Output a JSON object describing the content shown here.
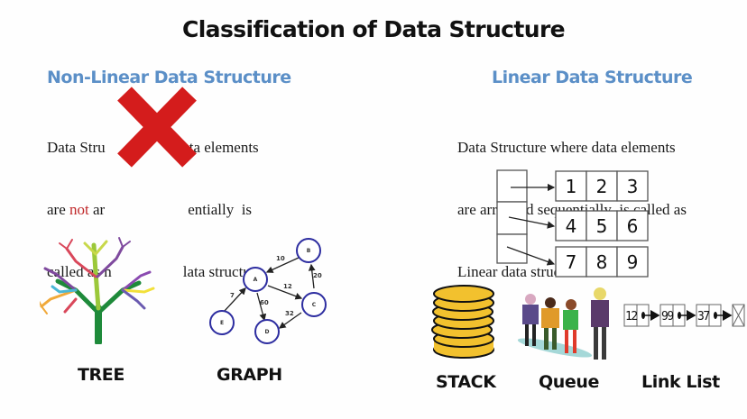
{
  "title": "Classification of Data Structure",
  "colors": {
    "heading": "#5b8fc7",
    "cross": "#d41c1c",
    "emphasis": "#c0282a",
    "graph_node": "#2d2da0",
    "coin": "#f2c12e"
  },
  "non_linear": {
    "heading": "Non-Linear Data Structure",
    "desc_lines": [
      {
        "before": "Data Stru",
        "after": "data elements"
      },
      {
        "before": "are ",
        "emph": "not",
        "mid": " ar",
        "after": "entially  is"
      },
      {
        "before": "called as n",
        "after": "lata structure"
      }
    ],
    "crossed_out_icon": "cross-icon",
    "examples": [
      {
        "label": "TREE",
        "icon": "tree-icon"
      },
      {
        "label": "GRAPH",
        "icon": "graph-icon"
      }
    ],
    "graph": {
      "nodes": [
        "A",
        "B",
        "C",
        "D",
        "E"
      ],
      "edges": [
        {
          "from": "B",
          "to": "A",
          "weight": "10"
        },
        {
          "from": "A",
          "to": "C",
          "weight": "12"
        },
        {
          "from": "C",
          "to": "B",
          "weight": "20"
        },
        {
          "from": "E",
          "to": "A",
          "weight": "7"
        },
        {
          "from": "A",
          "to": "D",
          "weight": "60"
        },
        {
          "from": "C",
          "to": "D",
          "weight": "32"
        }
      ]
    }
  },
  "linear": {
    "heading": "Linear Data Structure",
    "desc_lines": [
      "Data Structure where data elements",
      "are arranged sequentially  is called as",
      "Linear data structure"
    ],
    "array_rows": [
      [
        "1",
        "2",
        "3"
      ],
      [
        "4",
        "5",
        "6"
      ],
      [
        "7",
        "8",
        "9"
      ]
    ],
    "examples": [
      {
        "label": "STACK",
        "icon": "coin-stack-icon"
      },
      {
        "label": "Queue",
        "icon": "people-queue-icon"
      },
      {
        "label": "Link List",
        "icon": "linked-list-icon"
      }
    ],
    "linked_list": [
      "12",
      "99",
      "37"
    ]
  }
}
